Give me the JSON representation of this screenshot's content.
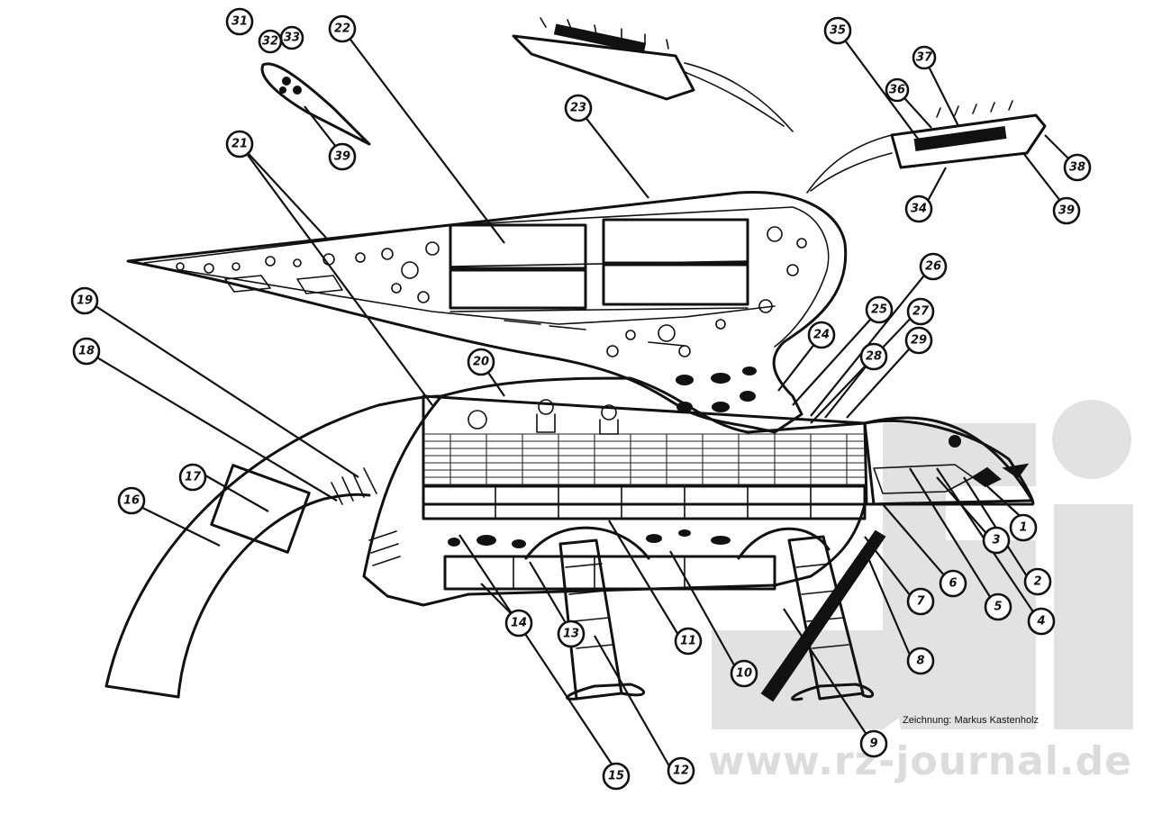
{
  "diagram": {
    "credit": "Zeichnung: Markus Kastenholz",
    "watermark": "www.rz-journal.de",
    "callouts": [
      "1",
      "2",
      "3",
      "4",
      "5",
      "6",
      "7",
      "8",
      "9",
      "10",
      "11",
      "12",
      "13",
      "14",
      "15",
      "16",
      "17",
      "18",
      "19",
      "20",
      "21",
      "22",
      "23",
      "24",
      "25",
      "26",
      "27",
      "28",
      "29",
      "31",
      "32",
      "33",
      "34",
      "35",
      "36",
      "37",
      "38",
      "39",
      "39"
    ]
  },
  "colors": {
    "ink": "#111111",
    "paper": "#ffffff",
    "watermark": "#e2e2e2"
  }
}
